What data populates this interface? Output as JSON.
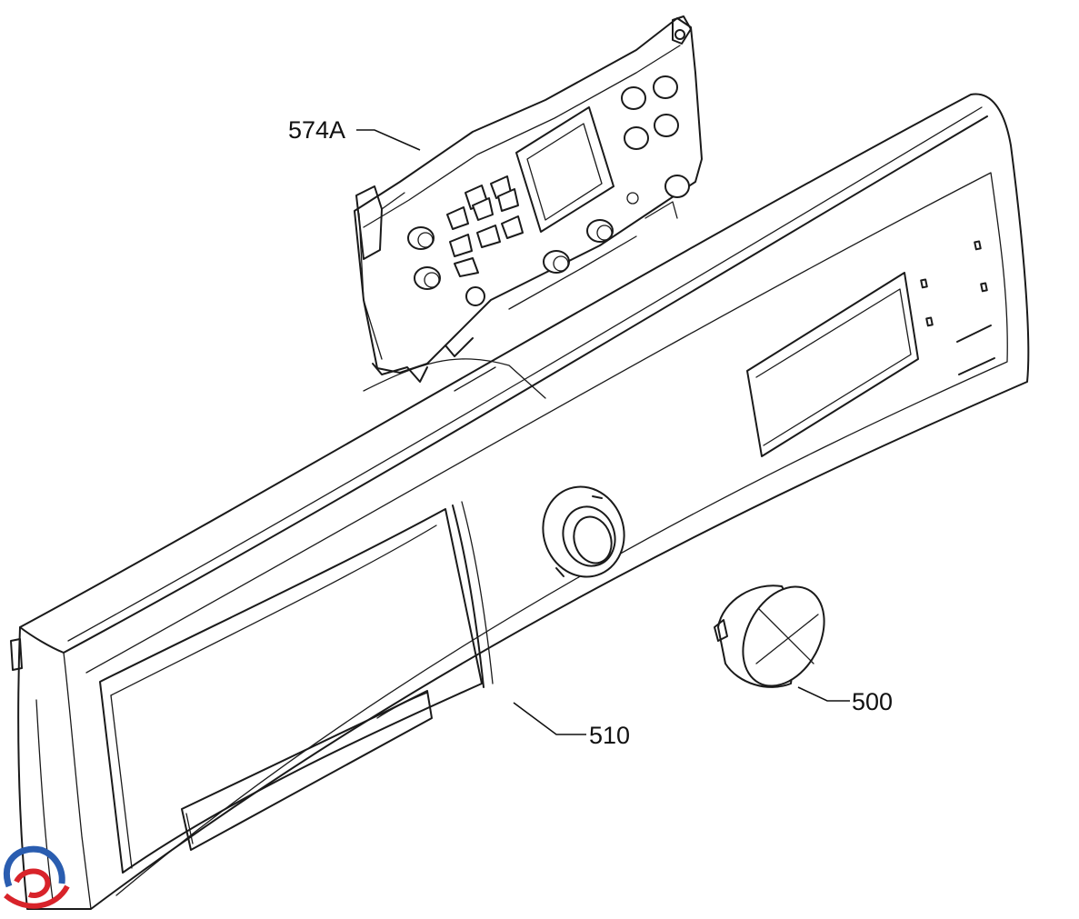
{
  "parts": [
    {
      "id": "bracket",
      "label": "574A"
    },
    {
      "id": "panel",
      "label": "510"
    },
    {
      "id": "knob",
      "label": "500"
    }
  ],
  "logo": {
    "name": "brand-swirl-logo",
    "colors": [
      "#2a5db0",
      "#d8232a"
    ]
  },
  "colors": {
    "line": "#1a1a1a",
    "background": "#ffffff"
  }
}
